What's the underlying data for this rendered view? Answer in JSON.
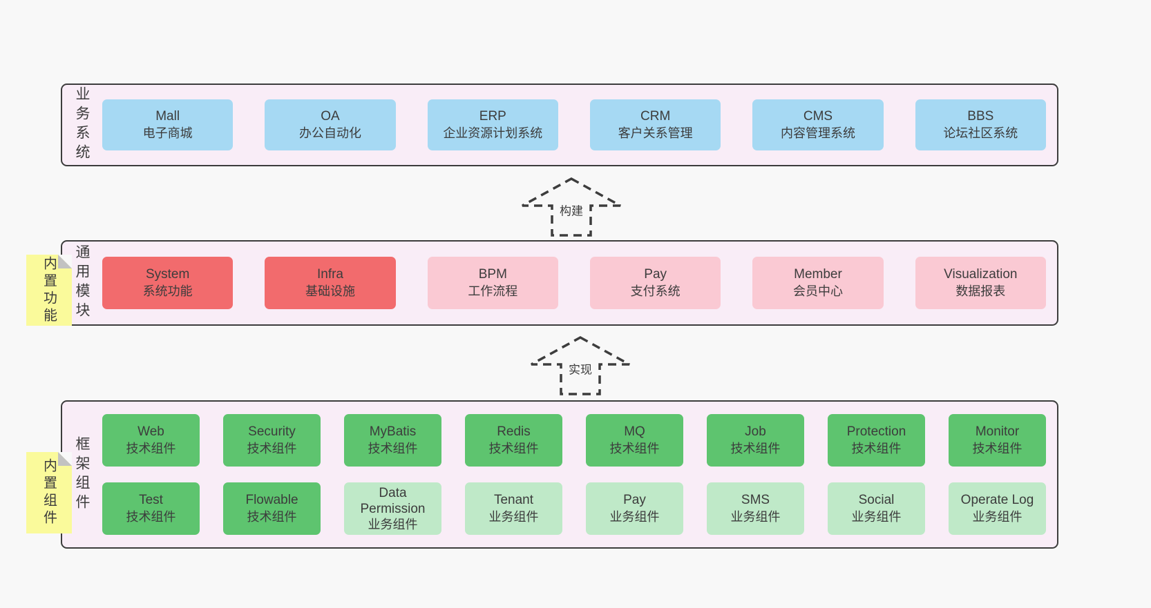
{
  "colors": {
    "page_bg": "#f8f8f8",
    "band_bg": "#f9edf7",
    "band_border": "#3c3c3c",
    "blue_box": "#a6d9f3",
    "red_box": "#f26b6d",
    "pink_box": "#fac9d3",
    "green_box": "#5ec46f",
    "light_green_box": "#bfe9c8",
    "sticky_note": "#fafa9b",
    "fold": "#c2c2c2",
    "text": "#3c3c3c"
  },
  "bands": {
    "business": {
      "label": "业务系统",
      "boxes": [
        {
          "title": "Mall",
          "subtitle": "电子商城"
        },
        {
          "title": "OA",
          "subtitle": "办公自动化"
        },
        {
          "title": "ERP",
          "subtitle": "企业资源计划系统"
        },
        {
          "title": "CRM",
          "subtitle": "客户关系管理"
        },
        {
          "title": "CMS",
          "subtitle": "内容管理系统"
        },
        {
          "title": "BBS",
          "subtitle": "论坛社区系统"
        }
      ]
    },
    "modules": {
      "label": "通用模块",
      "sticky": "内置功能",
      "boxes": [
        {
          "title": "System",
          "subtitle": "系统功能",
          "variant": "red"
        },
        {
          "title": "Infra",
          "subtitle": "基础设施",
          "variant": "red"
        },
        {
          "title": "BPM",
          "subtitle": "工作流程",
          "variant": "pink"
        },
        {
          "title": "Pay",
          "subtitle": "支付系统",
          "variant": "pink"
        },
        {
          "title": "Member",
          "subtitle": "会员中心",
          "variant": "pink"
        },
        {
          "title": "Visualization",
          "subtitle": "数据报表",
          "variant": "pink"
        }
      ]
    },
    "components": {
      "label": "框架组件",
      "sticky": "内置组件",
      "row1": [
        {
          "title": "Web",
          "subtitle": "技术组件",
          "variant": "green"
        },
        {
          "title": "Security",
          "subtitle": "技术组件",
          "variant": "green"
        },
        {
          "title": "MyBatis",
          "subtitle": "技术组件",
          "variant": "green"
        },
        {
          "title": "Redis",
          "subtitle": "技术组件",
          "variant": "green"
        },
        {
          "title": "MQ",
          "subtitle": "技术组件",
          "variant": "green"
        },
        {
          "title": "Job",
          "subtitle": "技术组件",
          "variant": "green"
        },
        {
          "title": "Protection",
          "subtitle": "技术组件",
          "variant": "green"
        },
        {
          "title": "Monitor",
          "subtitle": "技术组件",
          "variant": "green"
        }
      ],
      "row2": [
        {
          "title": "Test",
          "subtitle": "技术组件",
          "variant": "green"
        },
        {
          "title": "Flowable",
          "subtitle": "技术组件",
          "variant": "green"
        },
        {
          "title": "Data Permission",
          "subtitle": "业务组件",
          "variant": "green-light"
        },
        {
          "title": "Tenant",
          "subtitle": "业务组件",
          "variant": "green-light"
        },
        {
          "title": "Pay",
          "subtitle": "业务组件",
          "variant": "green-light"
        },
        {
          "title": "SMS",
          "subtitle": "业务组件",
          "variant": "green-light"
        },
        {
          "title": "Social",
          "subtitle": "业务组件",
          "variant": "green-light"
        },
        {
          "title": "Operate Log",
          "subtitle": "业务组件",
          "variant": "green-light"
        }
      ]
    }
  },
  "arrows": {
    "build": {
      "label": "构建"
    },
    "implement": {
      "label": "实现"
    }
  }
}
